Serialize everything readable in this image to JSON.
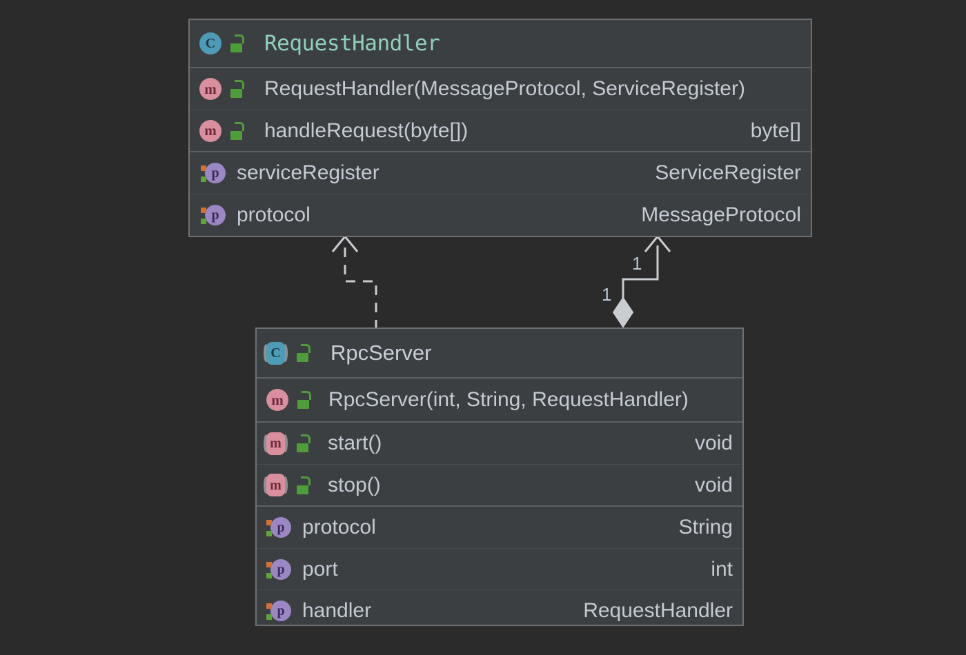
{
  "diagram": {
    "type": "uml-class-diagram",
    "background_color": "#2b2b2b",
    "box_fill": "#3c3f41",
    "box_border": "#6e7174",
    "accent_class_name": "#8fd0bd",
    "accent_member_text": "#bfc7cf"
  },
  "classes": [
    {
      "id": "request-handler",
      "name": "RequestHandler",
      "icon": "class-icon",
      "visibility_icon": "public-unlocked-icon",
      "methods": [
        {
          "icon": "method-icon",
          "visibility_icon": "public-unlocked-icon",
          "signature": "RequestHandler(MessageProtocol, ServiceRegister)",
          "return_type": ""
        },
        {
          "icon": "method-icon",
          "visibility_icon": "public-unlocked-icon",
          "signature": "handleRequest(byte[])",
          "return_type": "byte[]"
        }
      ],
      "properties": [
        {
          "icon": "property-icon",
          "name": "serviceRegister",
          "type": "ServiceRegister"
        },
        {
          "icon": "property-icon",
          "name": "protocol",
          "type": "MessageProtocol"
        }
      ]
    },
    {
      "id": "rpc-server",
      "name": "RpcServer",
      "icon": "class-icon",
      "visibility_icon": "public-unlocked-icon",
      "methods": [
        {
          "icon": "method-icon",
          "visibility_icon": "public-unlocked-icon",
          "signature": "RpcServer(int, String, RequestHandler)",
          "return_type": ""
        },
        {
          "icon": "method-icon",
          "visibility_icon": "public-unlocked-icon",
          "signature": "start()",
          "return_type": "void"
        },
        {
          "icon": "method-icon",
          "visibility_icon": "public-unlocked-icon",
          "signature": "stop()",
          "return_type": "void"
        }
      ],
      "properties": [
        {
          "icon": "property-icon",
          "name": "protocol",
          "type": "String"
        },
        {
          "icon": "property-icon",
          "name": "port",
          "type": "int"
        },
        {
          "icon": "property-icon",
          "name": "handler",
          "type": "RequestHandler"
        }
      ]
    }
  ],
  "relationships": [
    {
      "id": "dependency",
      "kind": "dependency",
      "line_style": "dashed",
      "from": "RpcServer",
      "to": "RequestHandler",
      "arrow_head": "open-arrow",
      "source_multiplicity": "",
      "target_multiplicity": ""
    },
    {
      "id": "composition",
      "kind": "composition",
      "line_style": "solid",
      "from": "RpcServer",
      "to": "RequestHandler",
      "arrow_head": "open-arrow",
      "source_decoration": "filled-diamond",
      "source_multiplicity": "1",
      "target_multiplicity": "1"
    }
  ]
}
